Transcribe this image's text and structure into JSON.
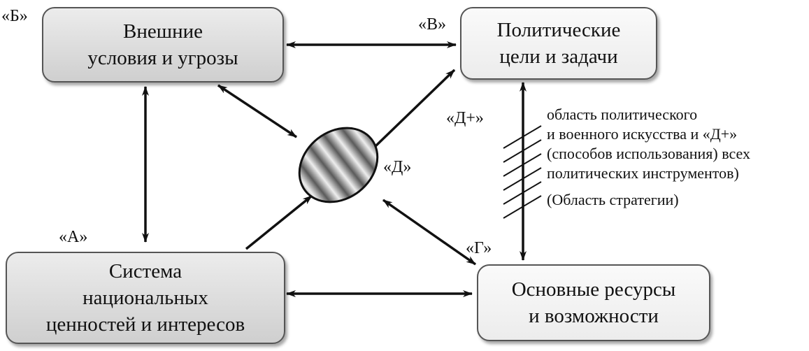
{
  "boxes": {
    "b": {
      "label": "«Б»",
      "text": "Внешние\nусловия и угрозы"
    },
    "v": {
      "label": "«В»",
      "text": "Политические\nцели и задачи"
    },
    "a": {
      "label": "«А»",
      "text": "Система\nнациональных\nценностей и интересов"
    },
    "g": {
      "label": "«Г»",
      "text": "Основные ресурсы\nи возможности"
    }
  },
  "center": {
    "label": "«Д»"
  },
  "d_plus": {
    "label": "«Д+»"
  },
  "annotation": {
    "lines": [
      "область политического",
      "и военного искусства и «Д+»",
      "(способов использования) всех",
      "политических инструментов)"
    ],
    "strategy": "(Область стратегии)"
  }
}
